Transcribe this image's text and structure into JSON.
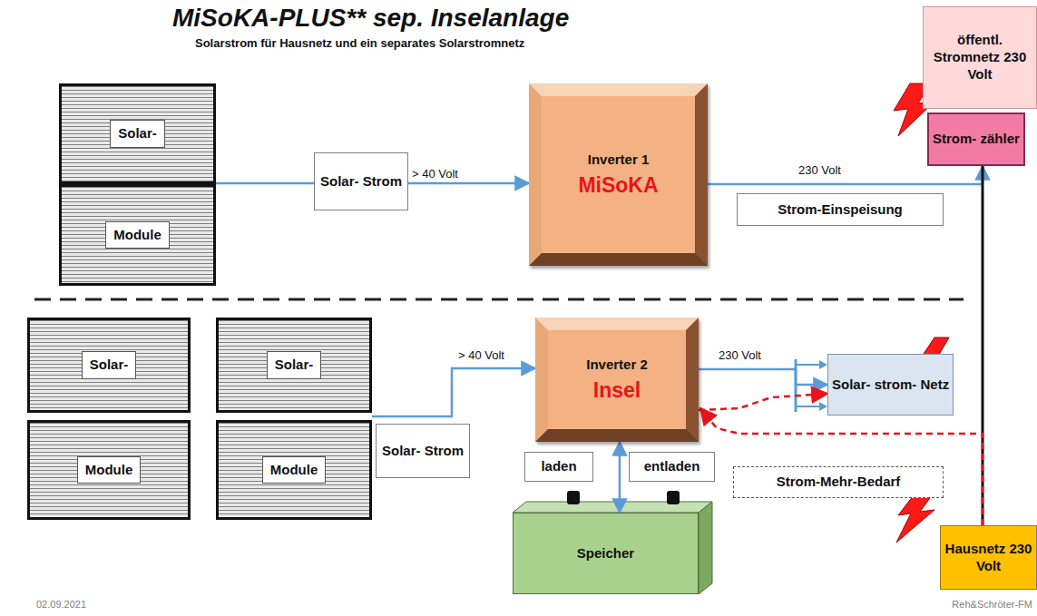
{
  "diagram": {
    "title": "MiSoKA-PLUS** sep. Inselanlage",
    "nodes": [
      {
        "text": [
          "Solar-"
        ]
      },
      {
        "text": [
          "Module"
        ]
      },
      {
        "text": [
          "Solar- Strom"
        ]
      },
      {
        "text": [
          "Inverter 1",
          "MiSoKA"
        ]
      },
      {
        "text": [
          "Strom-Einspeisung"
        ]
      },
      {
        "text": [
          "öffentl. Stromnetz 230 Volt"
        ]
      },
      {
        "text": [
          "Strom- zähler"
        ]
      },
      {
        "text": [
          "Hausnetz 230 Volt"
        ]
      },
      {
        "text": [
          "Solar-"
        ]
      },
      {
        "text": [
          "Solar-"
        ]
      },
      {
        "text": [
          "Module"
        ]
      },
      {
        "text": [
          "Module"
        ]
      },
      {
        "text": [
          "Solar- Strom"
        ]
      },
      {
        "text": [
          "Inverter 2",
          "Insel"
        ]
      },
      {
        "text": [
          "laden"
        ]
      },
      {
        "text": [
          "entladen"
        ]
      },
      {
        "text": [
          "Speicher"
        ]
      },
      {
        "text": [
          "Solar- strom- Netz"
        ]
      },
      {
        "text": [
          "Strom-Mehr-Bedarf"
        ]
      }
    ],
    "edges": [
      {
        "from": 0,
        "to": 3,
        "arrow": "to",
        "label": "> 40 Volt"
      },
      {
        "from": 3,
        "to": 6,
        "arrow": "to",
        "label": "230 Volt"
      },
      {
        "from": 6,
        "to": 7,
        "arrow": "none"
      },
      {
        "from": 9,
        "to": 13,
        "arrow": "to",
        "label": "> 40 Volt"
      },
      {
        "from": 13,
        "to": 17,
        "arrow": "to",
        "label": "230 Volt"
      },
      {
        "from": 13,
        "to": 16,
        "arrow": "both"
      },
      {
        "from": 7,
        "to": 13,
        "arrow": "to"
      },
      {
        "from": 13,
        "to": 17,
        "arrow": "to"
      }
    ],
    "labels": [
      "Solarstrom für Hausnetz und ein separates Solarstromnetz",
      "02.09.2021",
      "Reh&Schröter-FM"
    ]
  }
}
